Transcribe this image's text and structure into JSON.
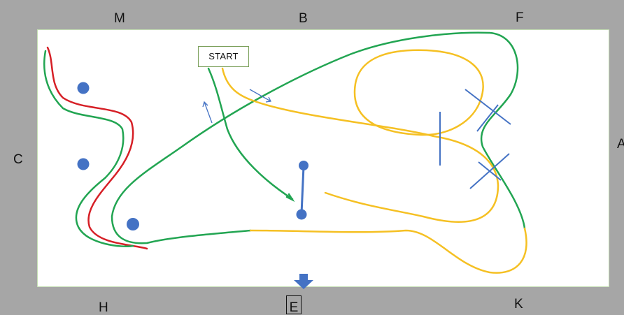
{
  "labels": {
    "top_left": "M",
    "top_center": "B",
    "top_right": "F",
    "left": "C",
    "right": "A",
    "bottom_left": "H",
    "bottom_center": "E",
    "bottom_right": "K"
  },
  "start_box": {
    "text": "START"
  },
  "colors": {
    "background": "#a6a6a6",
    "arena": "#ffffff",
    "green_path": "#22a552",
    "red_path": "#d61f26",
    "yellow_path": "#f5c023",
    "blue_marker": "#4472c4"
  }
}
